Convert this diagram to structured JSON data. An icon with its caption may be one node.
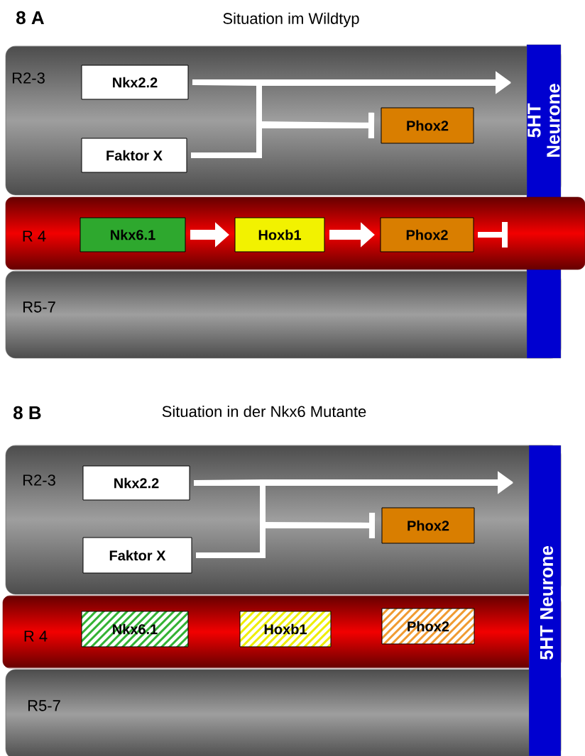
{
  "diagram": {
    "nodes": [
      {
        "text": [
          "R2-3"
        ]
      },
      {
        "text": [
          "Nkx2.2"
        ],
        "in": 0
      },
      {
        "text": [
          "Faktor X"
        ],
        "in": 0
      },
      {
        "text": [
          "Phox2"
        ],
        "in": 0
      },
      {
        "text": [
          "5HT Neurone"
        ]
      },
      {
        "text": [
          "R 4"
        ]
      },
      {
        "text": [
          "Nkx6.1"
        ],
        "in": 5
      },
      {
        "text": [
          "Hoxb1"
        ],
        "in": 5
      },
      {
        "text": [
          "Phox2"
        ],
        "in": 5
      },
      {
        "text": [
          "R5-7"
        ]
      },
      {
        "text": [
          "R2-3"
        ]
      },
      {
        "text": [
          "Nkx2.2"
        ],
        "in": 10
      },
      {
        "text": [
          "Faktor X"
        ],
        "in": 10
      },
      {
        "text": [
          "Phox2"
        ],
        "in": 10
      },
      {
        "text": [
          "5HT Neurone"
        ]
      },
      {
        "text": [
          "R 4"
        ]
      },
      {
        "text": [
          "Nkx6.1"
        ],
        "in": 15
      },
      {
        "text": [
          "Hoxb1"
        ],
        "in": 15
      },
      {
        "text": [
          "Phox2"
        ],
        "in": 15
      },
      {
        "text": [
          "R5-7"
        ]
      }
    ],
    "edges": [
      {
        "from": 1,
        "to": 4,
        "arrow": "to"
      },
      {
        "from": 2,
        "to": 4,
        "arrow": "to"
      },
      {
        "from": 1,
        "to": 3,
        "arrow": "other"
      },
      {
        "from": 2,
        "to": 3,
        "arrow": "other"
      },
      {
        "from": 6,
        "to": 7,
        "arrow": "to"
      },
      {
        "from": 7,
        "to": 8,
        "arrow": "to"
      },
      {
        "from": 8,
        "to": 4,
        "arrow": "other"
      },
      {
        "from": 11,
        "to": 14,
        "arrow": "to"
      },
      {
        "from": 12,
        "to": 14,
        "arrow": "to"
      },
      {
        "from": 11,
        "to": 13,
        "arrow": "other"
      },
      {
        "from": 12,
        "to": 13,
        "arrow": "other"
      }
    ],
    "labels": [
      "8 A",
      "Situation im Wildtyp",
      "8 B",
      "Situation in der Nkx6 Mutante"
    ]
  }
}
